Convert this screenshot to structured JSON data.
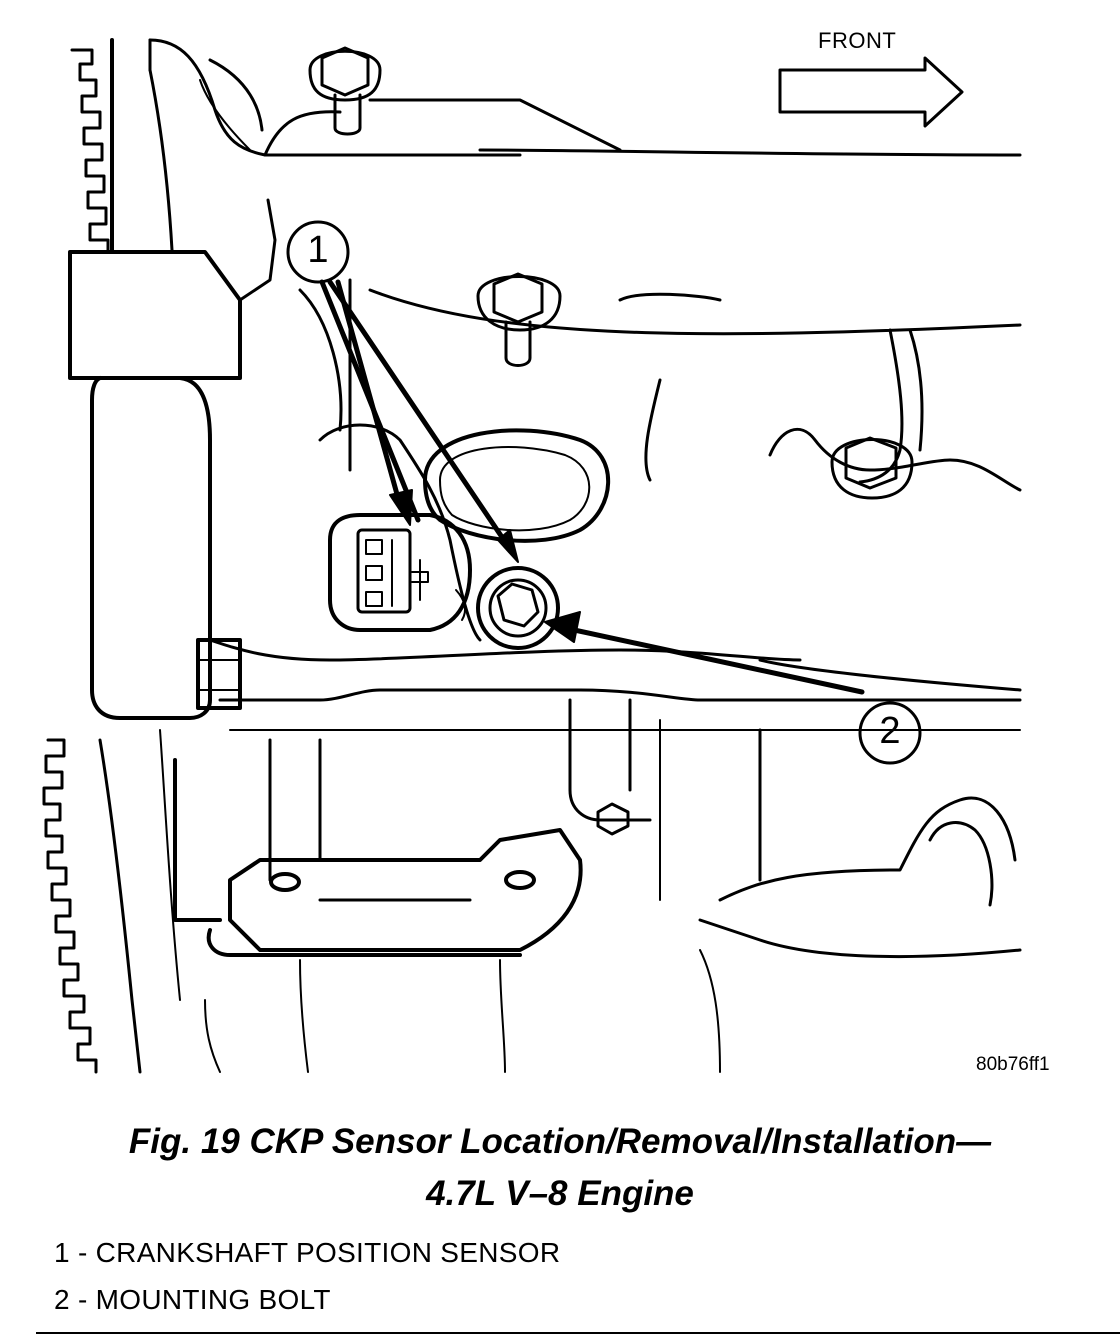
{
  "diagram": {
    "direction_label": "FRONT",
    "callouts": [
      {
        "number": "1",
        "target": "CRANKSHAFT POSITION SENSOR"
      },
      {
        "number": "2",
        "target": "MOUNTING BOLT"
      }
    ],
    "figure_code": "80b76ff1"
  },
  "caption": {
    "line1": "Fig. 19 CKP Sensor Location/Removal/Installation—",
    "line2": "4.7L V–8 Engine"
  },
  "legend": [
    {
      "text": "1 - CRANKSHAFT POSITION SENSOR"
    },
    {
      "text": "2 - MOUNTING BOLT"
    }
  ],
  "colors": {
    "ink": "#000000",
    "paper": "#ffffff"
  }
}
